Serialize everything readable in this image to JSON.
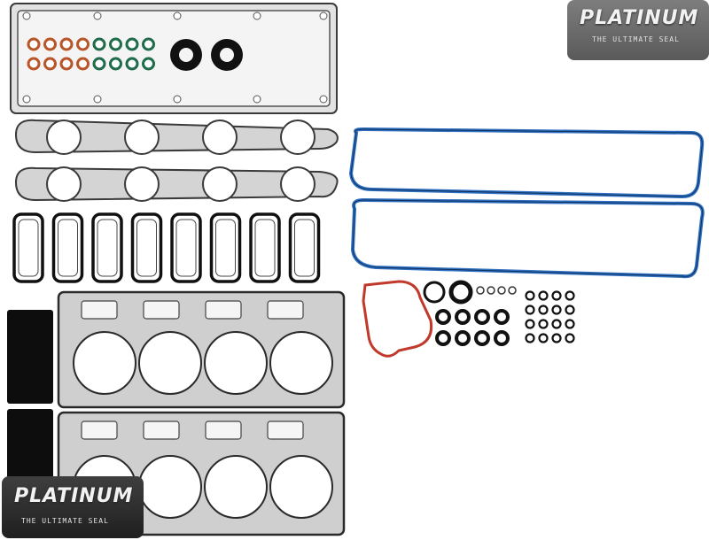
{
  "image": {
    "subject": "engine gasket kit parts laid out on white background",
    "colors": {
      "background": "#ffffff",
      "gasket_steel": "#cfcfcf",
      "gasket_outline": "#3a3a3a",
      "rubber_black": "#111111",
      "valve_cover_blue": "#2f6fc0",
      "water_pump_red": "#c0392b",
      "seal_orange": "#b8562a",
      "seal_green": "#1f6b4a"
    }
  },
  "watermark_top": {
    "brand": "PLATINUM",
    "tagline": "THE ULTIMATE SEAL"
  },
  "watermark_bottom": {
    "brand": "PLATINUM",
    "tagline": "THE ULTIMATE SEAL"
  }
}
